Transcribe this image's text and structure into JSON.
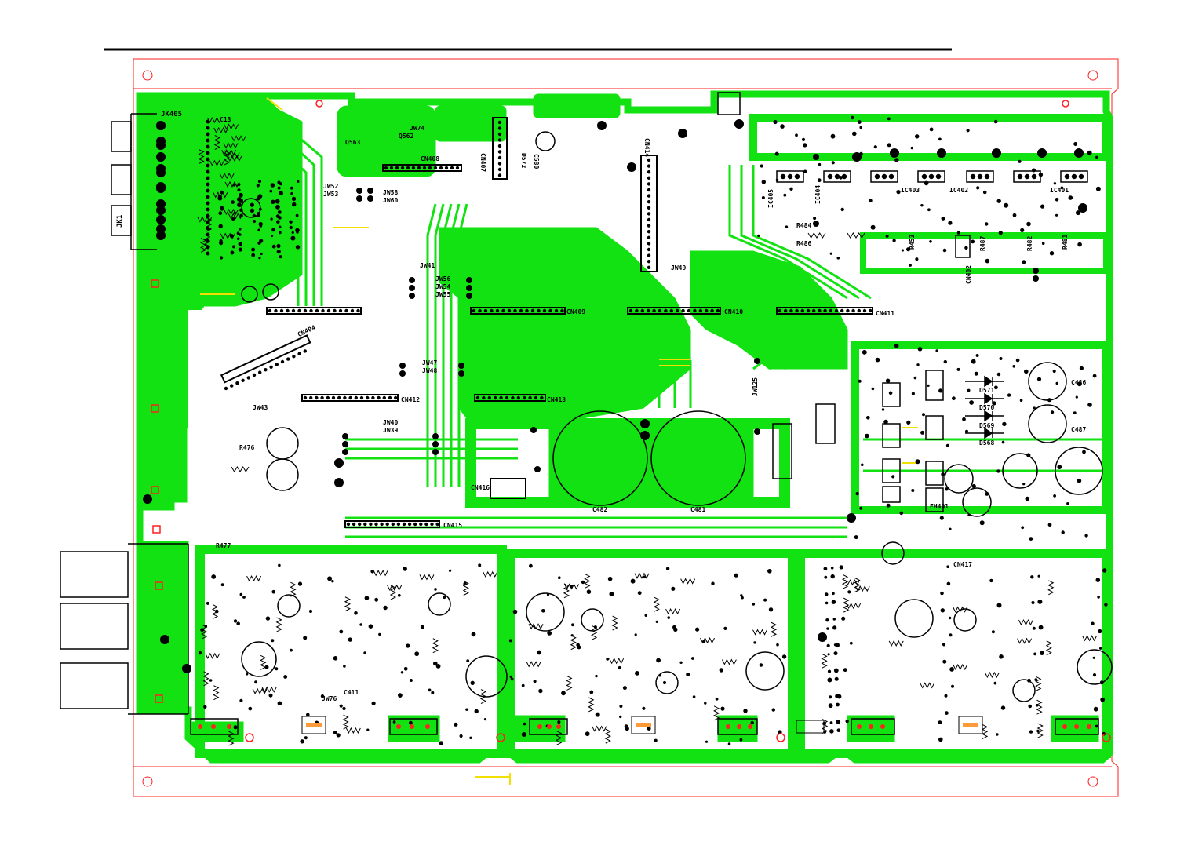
{
  "colors": {
    "copper": "#12e212",
    "ink": "#000000",
    "outline": "#ff2020",
    "silk_yellow": "#f2e100",
    "background": "#ffffff"
  },
  "connectors": {
    "jk405": "JK405",
    "jk1": "JK1",
    "cn407": "CN407",
    "cn408": "CN408",
    "cn409": "CN409",
    "cn410": "CN410",
    "cn411": "CN411",
    "cn412": "CN412",
    "cn413": "CN413",
    "cn414": "CN414",
    "cn415": "CN415",
    "cn416": "CN416",
    "cn417": "CN417",
    "cn402": "CN402",
    "cn404": "CN404"
  },
  "ics": {
    "ic405": "IC405",
    "ic404": "IC404",
    "ic403": "IC403",
    "ic402": "IC402",
    "ic401": "IC401"
  },
  "capacitors": {
    "c481": "C481",
    "c482": "C482",
    "c486": "C486",
    "c487": "C487",
    "c13": "C13",
    "c580": "C580",
    "c411": "C411"
  },
  "resistors": {
    "r476": "R476",
    "r477": "R477",
    "r484": "R484",
    "r486": "R486",
    "r487": "R487",
    "r482": "R482",
    "r481": "R481",
    "r453": "R453"
  },
  "diodes": {
    "d571": "D571",
    "d570": "D570",
    "d569": "D569",
    "d568": "D568"
  },
  "jumpers": {
    "jw40": "JW40",
    "jw41": "JW41",
    "jw43": "JW43",
    "jw47": "JW47",
    "jw48": "JW48",
    "jw49": "JW49",
    "jw52": "JW52",
    "jw53": "JW53",
    "jw54": "JW54",
    "jw55": "JW55",
    "jw56": "JW56",
    "jw58": "JW58",
    "jw60": "JW60",
    "jw74": "JW74",
    "jw76": "JW76",
    "jw39": "JW39",
    "jw125": "JW125"
  },
  "misc": {
    "q563": "Q563",
    "q562": "Q562",
    "d572": "D572",
    "fh401": "FH401"
  }
}
